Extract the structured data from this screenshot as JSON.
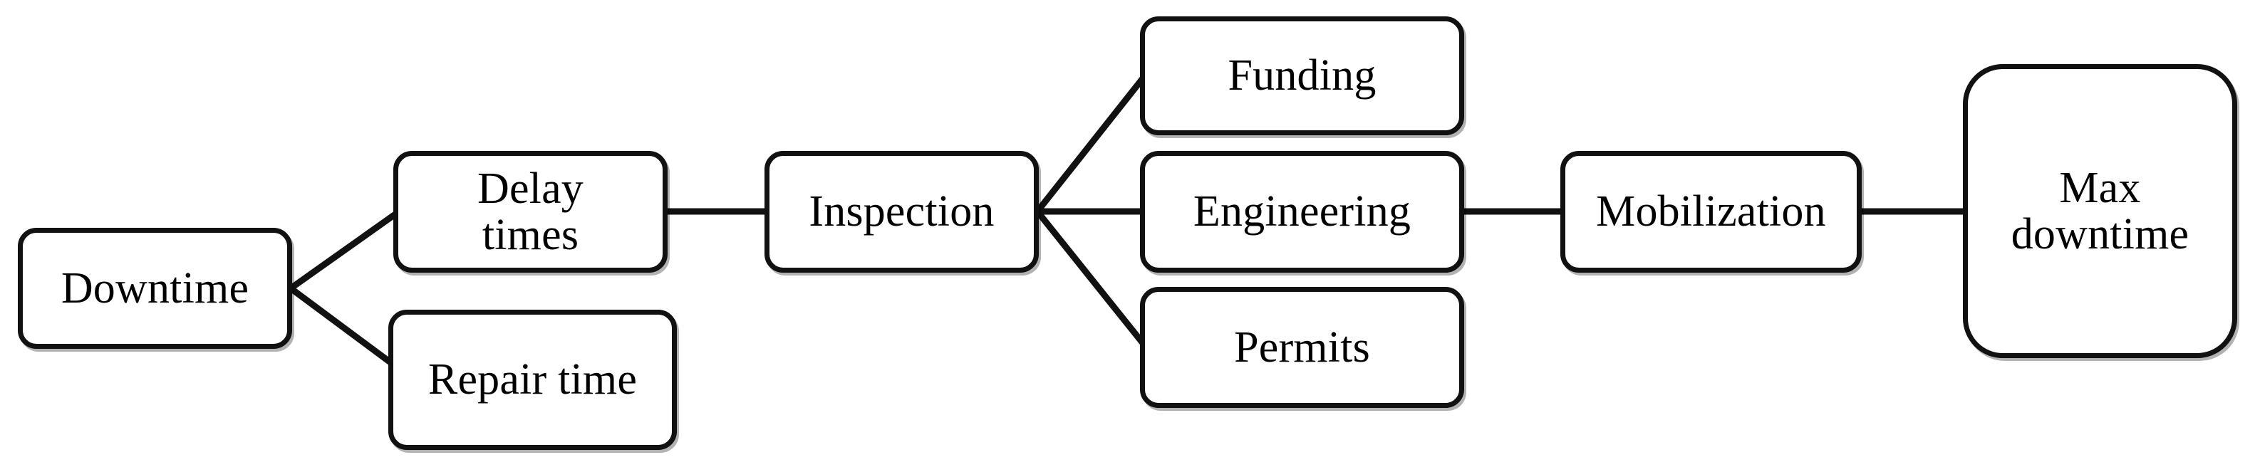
{
  "diagram": {
    "type": "flow-diagram",
    "background_color": "#ffffff",
    "stroke_color": "#111111",
    "text_color": "#000000",
    "nodes": [
      {
        "id": "downtime",
        "label": "Downtime",
        "shape": "rounded-rect"
      },
      {
        "id": "delay_times",
        "label": "Delay\ntimes",
        "shape": "rounded-rect"
      },
      {
        "id": "repair_time",
        "label": "Repair time",
        "shape": "rounded-rect"
      },
      {
        "id": "inspection",
        "label": "Inspection",
        "shape": "rounded-rect"
      },
      {
        "id": "funding",
        "label": "Funding",
        "shape": "rounded-rect"
      },
      {
        "id": "engineering",
        "label": "Engineering",
        "shape": "rounded-rect"
      },
      {
        "id": "permits",
        "label": "Permits",
        "shape": "rounded-rect"
      },
      {
        "id": "mobilization",
        "label": "Mobilization",
        "shape": "rounded-rect"
      },
      {
        "id": "max_downtime",
        "label": "Max\ndowntime",
        "shape": "rounded-rect-large"
      }
    ],
    "edges": [
      {
        "from": "downtime",
        "to": "delay_times",
        "style": "diagonal"
      },
      {
        "from": "downtime",
        "to": "repair_time",
        "style": "diagonal"
      },
      {
        "from": "delay_times",
        "to": "inspection",
        "style": "straight"
      },
      {
        "from": "inspection",
        "to": "funding",
        "style": "diagonal"
      },
      {
        "from": "inspection",
        "to": "engineering",
        "style": "straight"
      },
      {
        "from": "inspection",
        "to": "permits",
        "style": "diagonal"
      },
      {
        "from": "engineering",
        "to": "mobilization",
        "style": "straight"
      },
      {
        "from": "mobilization",
        "to": "max_downtime",
        "style": "straight"
      }
    ]
  }
}
